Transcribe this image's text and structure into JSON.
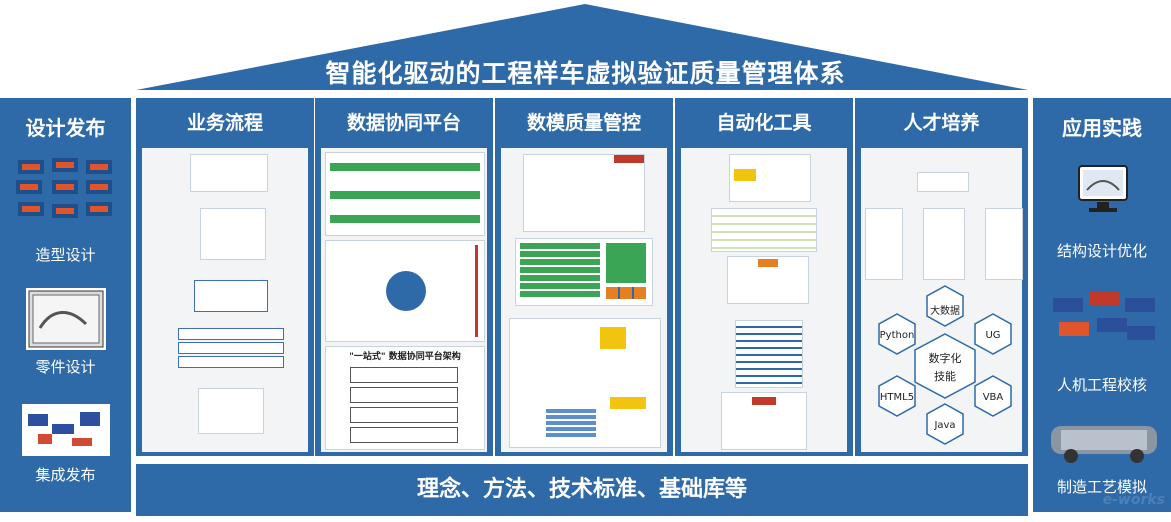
{
  "title": "智能化驱动的工程样车虚拟验证质量管理体系",
  "left_panel": {
    "title": "设计发布",
    "items": [
      "造型设计",
      "零件设计",
      "集成发布"
    ]
  },
  "right_panel": {
    "title": "应用实践",
    "items": [
      "结构设计优化",
      "人机工程校核",
      "制造工艺模拟"
    ]
  },
  "pillars": [
    "业务流程",
    "数据协同平台",
    "数模质量管控",
    "自动化工具",
    "人才培养"
  ],
  "platform_diagram_title": "\"一站式\" 数据协同平台架构",
  "digital_hub": {
    "center": "数字化\n技能",
    "nodes": [
      "大数据",
      "Python",
      "UG",
      "HTML5",
      "VBA",
      "Java"
    ]
  },
  "foundation": "理念、方法、技术标准、基础库等",
  "watermark": "e-works",
  "colors": {
    "primary": "#2f6aa8",
    "panel_bg": "#f3f4f6",
    "accent_green": "#3aa655",
    "accent_orange": "#e67e22",
    "accent_red": "#c0392b"
  }
}
